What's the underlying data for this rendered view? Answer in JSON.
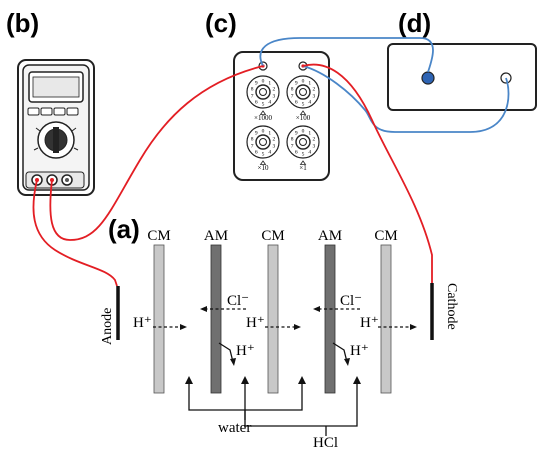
{
  "panels": {
    "a": "(a)",
    "b": "(b)",
    "c": "(c)",
    "d": "(d)"
  },
  "membranes": [
    "CM",
    "AM",
    "CM",
    "AM",
    "CM"
  ],
  "electrodes": {
    "anode": "Anode",
    "cathode": "Cathode"
  },
  "ions": {
    "h_plus": "H⁺",
    "cl_minus": "Cl⁻"
  },
  "streams": {
    "water": "water",
    "hcl": "HCl"
  },
  "resistor_box": {
    "multipliers": [
      "×1000",
      "×100",
      "×10",
      "×1"
    ],
    "dial_digits": [
      "0",
      "1",
      "2",
      "3",
      "4",
      "5",
      "6",
      "7",
      "8",
      "9"
    ]
  },
  "colors": {
    "wire_red": "#e31e24",
    "wire_blue": "#4a86c8",
    "cm_fill": "#c8c8c8",
    "am_fill": "#707070",
    "multimeter_body": "#f4f4f4",
    "terminal_blue": "#2e64b4"
  }
}
